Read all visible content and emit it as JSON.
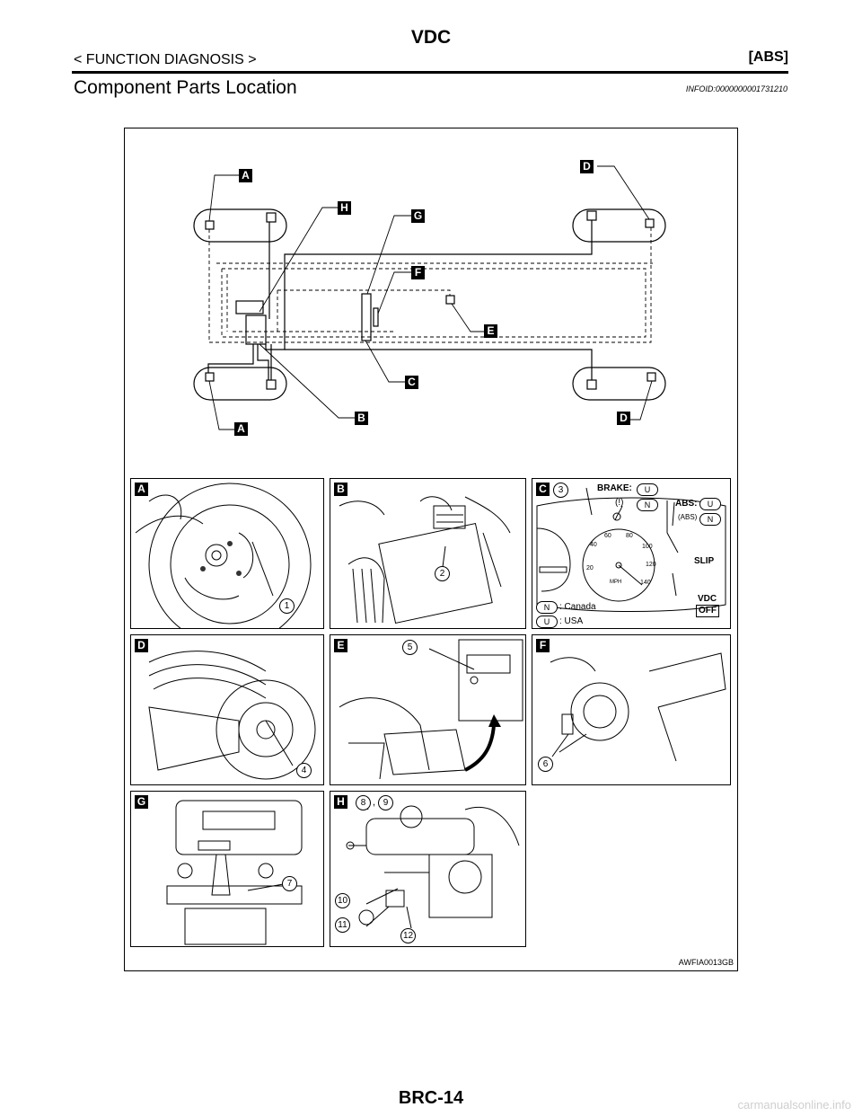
{
  "header": {
    "title": "VDC",
    "breadcrumb": "< FUNCTION DIAGNOSIS >",
    "system": "[ABS]"
  },
  "section": {
    "title": "Component Parts Location",
    "info_id": "INFOID:0000000001731210"
  },
  "diagram": {
    "labels": {
      "a": "A",
      "b": "B",
      "c": "C",
      "d": "D",
      "e": "E",
      "f": "F",
      "g": "G",
      "h": "H"
    }
  },
  "panels": {
    "a": {
      "tag": "A",
      "callouts": [
        "1"
      ]
    },
    "b": {
      "tag": "B",
      "callouts": [
        "2"
      ]
    },
    "c": {
      "tag": "C",
      "callouts": [
        "3"
      ],
      "brake_label": "BRAKE:",
      "abs_label": "ABS:",
      "slip_label": "SLIP",
      "vdc_label": "VDC",
      "off_label": "OFF",
      "u": "U",
      "n": "N",
      "legend_canada": ": Canada",
      "legend_usa": ": USA",
      "speed_ticks": [
        "20",
        "40",
        "60",
        "80",
        "100",
        "120",
        "140"
      ],
      "mph": "MPH"
    },
    "d": {
      "tag": "D",
      "callouts": [
        "4"
      ]
    },
    "e": {
      "tag": "E",
      "callouts": [
        "5"
      ]
    },
    "f": {
      "tag": "F",
      "callouts": [
        "6"
      ]
    },
    "g": {
      "tag": "G",
      "callouts": [
        "7"
      ]
    },
    "h": {
      "tag": "H",
      "callouts": [
        "8",
        "9",
        "10",
        "11",
        "12"
      ]
    }
  },
  "figure_code": "AWFIA0013GB",
  "footer": {
    "page": "BRC-14"
  },
  "watermark": "carmanualsonline.info"
}
